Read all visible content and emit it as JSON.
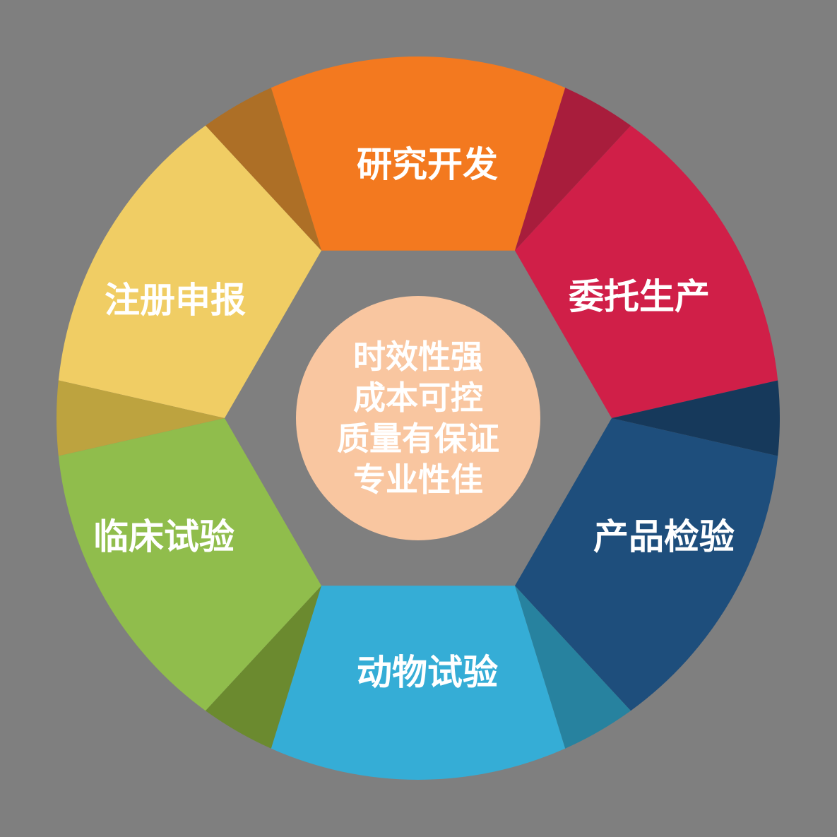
{
  "background_color": "#7F7F7F",
  "diagram": {
    "type": "ring-cycle",
    "segments": [
      {
        "label": "研究开发",
        "color": "#F3791F"
      },
      {
        "label": "委托生产",
        "color": "#D01F48"
      },
      {
        "label": "产品检验",
        "color": "#1E4E7C"
      },
      {
        "label": "动物试验",
        "color": "#35ADD6"
      },
      {
        "label": "临床试验",
        "color": "#90BD4C"
      },
      {
        "label": "注册申报",
        "color": "#F0CD64"
      }
    ],
    "divider_wedges": [
      {
        "color": "#A81D3C"
      },
      {
        "color": "#16395B"
      },
      {
        "color": "#27829F"
      },
      {
        "color": "#6B8A2F"
      },
      {
        "color": "#BDA33F"
      },
      {
        "color": "#AD6F26"
      }
    ],
    "center": {
      "fill_color": "#F9C6A0",
      "text_color": "#FFFFFF",
      "lines": [
        "时效性强",
        "成本可控",
        "质量有保证",
        "专业性佳"
      ]
    }
  }
}
